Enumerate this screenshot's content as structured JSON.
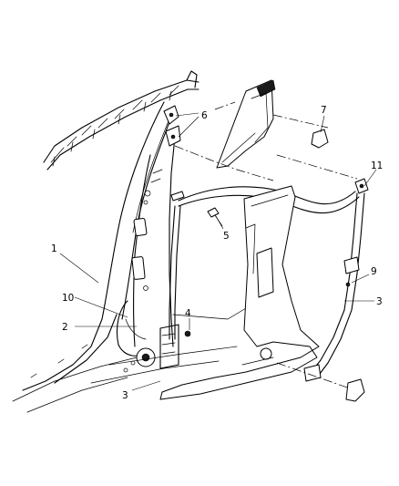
{
  "callouts": [
    {
      "id": "c1",
      "text": "1"
    },
    {
      "id": "c2",
      "text": "2"
    },
    {
      "id": "c3a",
      "text": "3"
    },
    {
      "id": "c3b",
      "text": "3"
    },
    {
      "id": "c4",
      "text": "4"
    },
    {
      "id": "c5",
      "text": "5"
    },
    {
      "id": "c6",
      "text": "6"
    },
    {
      "id": "c7",
      "text": "7"
    },
    {
      "id": "c9",
      "text": "9"
    },
    {
      "id": "c10",
      "text": "10"
    },
    {
      "id": "c11",
      "text": "11"
    }
  ]
}
